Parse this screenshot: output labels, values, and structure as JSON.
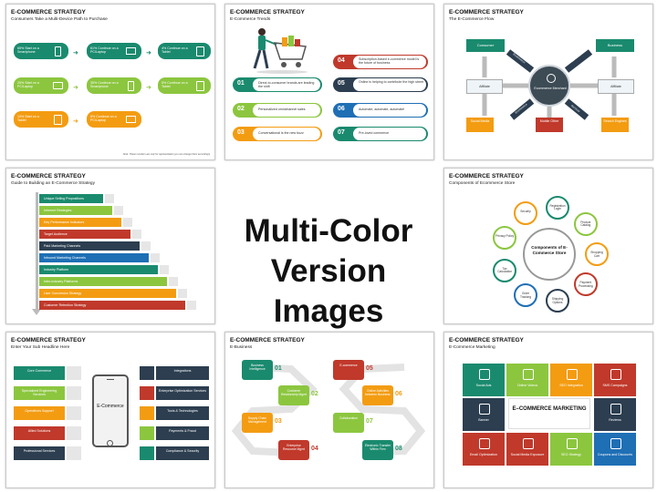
{
  "center_title": {
    "line1": "Multi-Color",
    "line2": "Version Images"
  },
  "slide1": {
    "title": "E-COMMERCE STRATEGY",
    "subtitle": "Consumers Take a Multi-Device Path to Purchase",
    "boxes": [
      "65% Start on a Smartphone",
      "61% Continue on a PC/Laptop",
      "4% Continue on a Tablet",
      "25% Start on a PC/Laptop",
      "35% Continue on a Smartphone",
      "5% Continue on a Tablet",
      "10% Start on a Tablet",
      "8% Continue on a PC/Laptop"
    ],
    "note": "Note: These numbers are only for representation you can change them accordingly"
  },
  "slide2": {
    "title": "E-COMMERCE STRATEGY",
    "subtitle": "E-Commerce Trends",
    "items": [
      {
        "num": "01",
        "text": "Direct-to-consumer brands are leading the shift"
      },
      {
        "num": "02",
        "text": "Personalized omnichannel sales"
      },
      {
        "num": "03",
        "text": "Conversational is the new buzz"
      },
      {
        "num": "04",
        "text": "Subscription-based e-commerce model is the future of business"
      },
      {
        "num": "05",
        "text": "Online is helping to contribute the high street"
      },
      {
        "num": "06",
        "text": "Automate, automate, automate!"
      },
      {
        "num": "07",
        "text": "Pre-loved commerce"
      }
    ]
  },
  "slide3": {
    "title": "E-COMMERCE STRATEGY",
    "subtitle": "The E-Commerce Flow",
    "nodes": {
      "consumer": "Consumer",
      "business": "Business",
      "affiliate_left": "Affiliate",
      "affiliate_right": "Affiliate",
      "merchant": "Ecommerce Merchant",
      "social": "Social Media",
      "mobile": "Mobile Other",
      "search": "Search Engines"
    },
    "arrows": [
      "Ecommerce",
      "Services",
      "Ecommerce",
      "Services"
    ]
  },
  "slide4": {
    "title": "E-COMMERCE STRATEGY",
    "subtitle": "Guide to Building an E-Commerce Strategy",
    "steps": [
      "Unique Selling Propositions",
      "Inherent Strategies",
      "Key Performance Indicators",
      "Target Audience",
      "Paid Marketing Channels",
      "Inbound Marketing Channels",
      "Industry Platform",
      "Inter-Industry Platforms",
      "User Conversion Strategy",
      "Customer Retention Strategy"
    ]
  },
  "slide5": {
    "title": "E-COMMERCE STRATEGY",
    "subtitle": "Components of Ecommerce Store",
    "center": "Components of E-Commerce Store",
    "items": [
      "Registration Login",
      "Product Catalog",
      "Shopping Cart",
      "Payment Processing",
      "Shipping Options",
      "Order Tracking",
      "Tax Calculation",
      "Privacy Policy",
      "Security"
    ]
  },
  "slide6": {
    "title": "E-COMMERCE STRATEGY",
    "subtitle": "Enter Your Sub Headline Here",
    "left": [
      "Core Commerce",
      "Specialized Engineering Services",
      "Operations Support",
      "Allied Solutions",
      "Professional Services"
    ],
    "device": "E-Commerce",
    "right": [
      "Integrations",
      "Enterprise Optimization Services",
      "Tools & Technologies",
      "Payments & Fraud",
      "Compliance & Security"
    ]
  },
  "slide7": {
    "title": "E-COMMERCE STRATEGY",
    "subtitle": "E-Business",
    "items": [
      {
        "num": "01",
        "text": "Business Intelligence"
      },
      {
        "num": "02",
        "text": "Customer Relationship Mgmt"
      },
      {
        "num": "03",
        "text": "Supply Chain Management"
      },
      {
        "num": "04",
        "text": "Enterprise Resource Mgmt"
      },
      {
        "num": "05",
        "text": "E-commerce"
      },
      {
        "num": "06",
        "text": "Online Activities between Business"
      },
      {
        "num": "07",
        "text": "Collaboration"
      },
      {
        "num": "08",
        "text": "Electronic Transfer Within Firm"
      }
    ]
  },
  "slide8": {
    "title": "E-COMMERCE STRATEGY",
    "subtitle": "E-Commerce Marketing",
    "center": "E–COMMERCE MARKETING",
    "tiles": [
      "Social Ads",
      "Online Videos",
      "SEO Integration",
      "SMS Campaigns",
      "Banner",
      "Reviews",
      "Email Optimization",
      "Social Media Exposure",
      "SEO Strategy",
      "Coupons and Discounts"
    ]
  }
}
